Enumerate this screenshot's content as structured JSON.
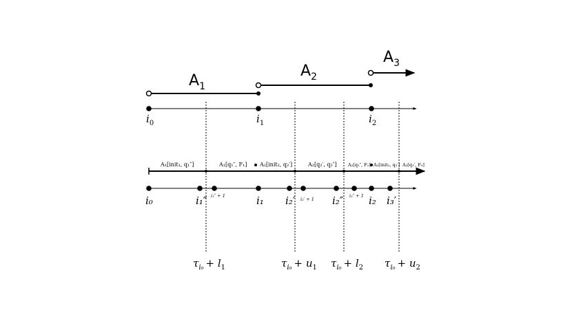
{
  "automata": {
    "a1": {
      "letter": "A",
      "index": "1"
    },
    "a2": {
      "letter": "A",
      "index": "2"
    },
    "a3": {
      "letter": "A",
      "index": "3"
    }
  },
  "top_axis_labels": {
    "i0": {
      "base": "i",
      "sub": "0"
    },
    "i1": {
      "base": "i",
      "sub": "1"
    },
    "i2": {
      "base": "i",
      "sub": "2"
    }
  },
  "segments": [
    {
      "text": "A₁[init₁, q₁″]"
    },
    {
      "text": "A₁[q₁″, F₁]"
    },
    {
      "text": "A₂[init₂, q₂′]"
    },
    {
      "text": "A₂[q₂′, q₂″]"
    },
    {
      "text": "A₂[q₂″, F₂]"
    },
    {
      "text": "A₃[init₃, q₃′]"
    },
    {
      "text": "A₃[q₃′, F₃]"
    }
  ],
  "bottom_axis_labels": {
    "i0": "i₀",
    "i1pp": "i₁″",
    "i1pp_plus": "i₁″ + 1",
    "i1": "i₁",
    "i2p": "i₂′",
    "i2p_plus": "i₂′ + 1",
    "i2pp": "i₂″",
    "i2pp_plus": "i₂″ + 1",
    "i2": "i₂",
    "i3p": "i₃′"
  },
  "time_bounds": {
    "l1": {
      "tau": "τ",
      "tau_sub": "i₀",
      "rest": "+ l",
      "rest_sub": "1"
    },
    "u1": {
      "tau": "τ",
      "tau_sub": "i₀",
      "rest": "+ u",
      "rest_sub": "1"
    },
    "l2": {
      "tau": "τ",
      "tau_sub": "i₀",
      "rest": "+ l",
      "rest_sub": "2"
    },
    "u2": {
      "tau": "τ",
      "tau_sub": "i₀",
      "rest": "+ u",
      "rest_sub": "2"
    }
  }
}
